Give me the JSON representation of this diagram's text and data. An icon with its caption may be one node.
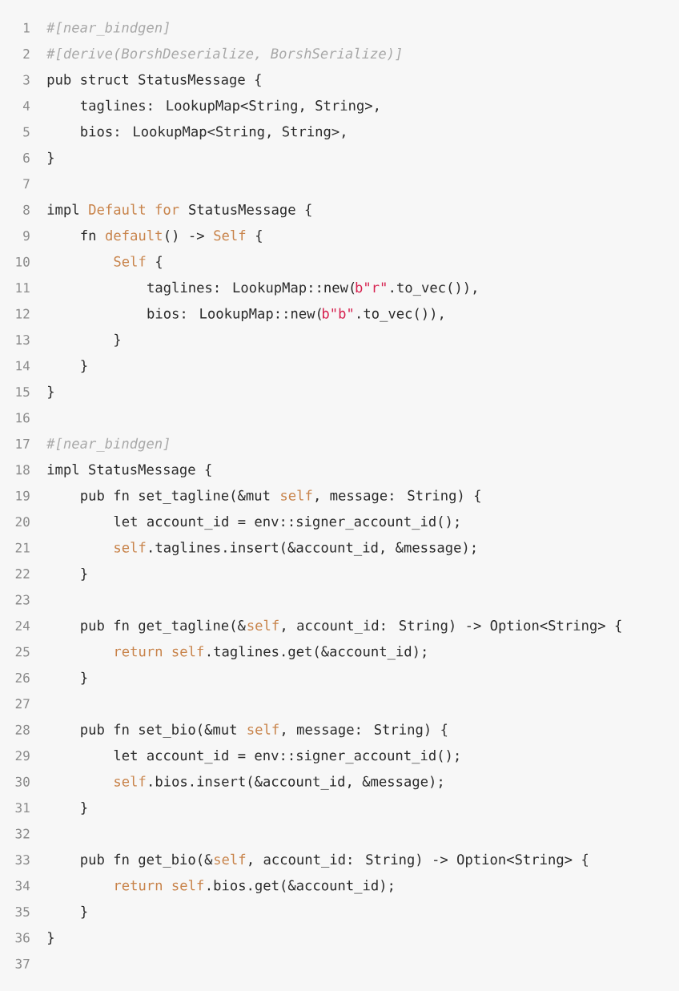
{
  "diagram": {
    "labels": [
      "1",
      "#[near_bindgen]",
      "2",
      "#[derive(BorshDeserialize, BorshSerialize)]",
      "3",
      "pub struct StatusMessage {",
      "4",
      "taglines: LookupMap<String, String>,",
      "5",
      "bios: LookupMap<String, String>,",
      "6",
      "}",
      "7",
      "8",
      "impl",
      "Default for",
      "StatusMessage {",
      "9",
      "fn",
      "default",
      "() ->",
      "Self",
      "{",
      "10",
      "Self",
      "{",
      "11",
      "taglines: LookupMap::new(",
      "b\"r\"",
      ".to_vec()),",
      "12",
      "bios: LookupMap::new(",
      "b\"b\"",
      ".to_vec()),",
      "13",
      "}",
      "14",
      "}",
      "15",
      "}",
      "16",
      "17",
      "#[near_bindgen]",
      "18",
      "impl StatusMessage {",
      "19",
      "pub fn set_tagline(&mut",
      "self",
      ", message: String) {",
      "20",
      "let account_id = env::signer_account_id();",
      "21",
      "self",
      ".taglines.insert(&account_id, &message);",
      "22",
      "}",
      "23",
      "24",
      "pub fn get_tagline(&",
      "self",
      ", account_id: String) -> Option<String> {",
      "25",
      "return self",
      ".taglines.get(&account_id);",
      "26",
      "}",
      "27",
      "28",
      "pub fn set_bio(&mut",
      "self",
      ", message: String) {",
      "29",
      "let account_id = env::signer_account_id();",
      "30",
      "self",
      ".bios.insert(&account_id, &message);",
      "31",
      "}",
      "32",
      "33",
      "pub fn get_bio(&",
      "self",
      ", account_id: String) -> Option<String> {",
      "34",
      "return self",
      ".bios.get(&account_id);",
      "35",
      "}",
      "36",
      "}",
      "37"
    ]
  }
}
